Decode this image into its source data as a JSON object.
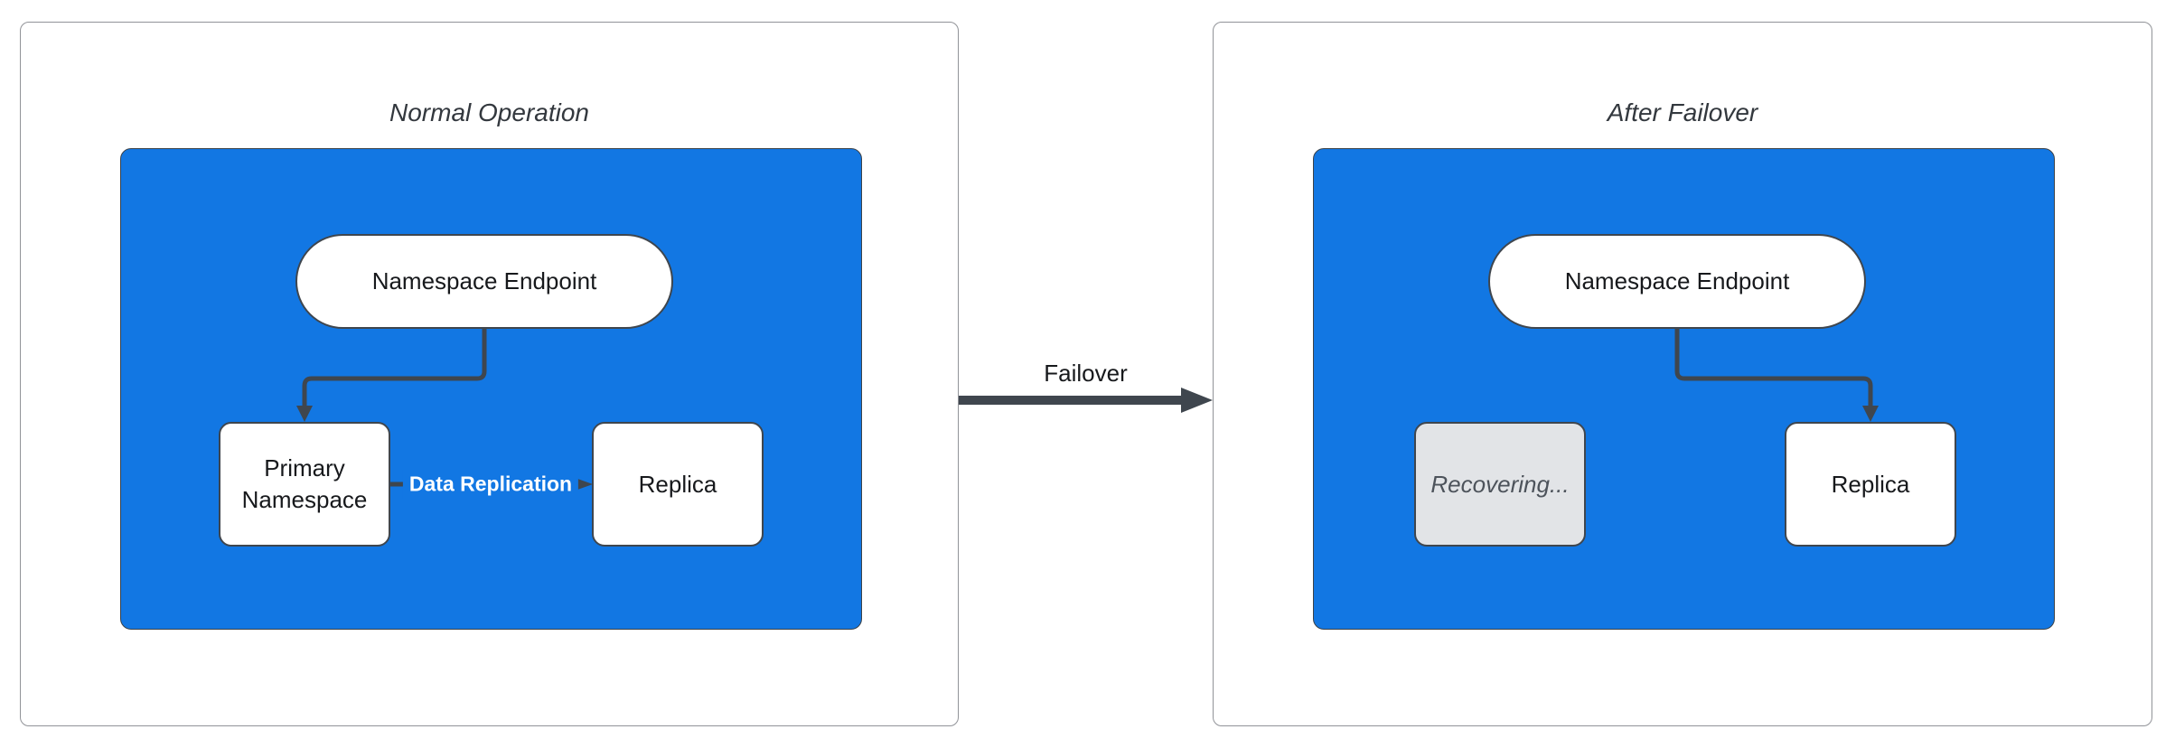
{
  "diagram": {
    "panels": [
      {
        "title": "Normal Operation",
        "endpoint": "Namespace Endpoint",
        "nodes": [
          {
            "label": "Primary Namespace",
            "state": "active"
          },
          {
            "label": "Replica",
            "state": "active"
          }
        ],
        "edge_label": "Data Replication"
      },
      {
        "title": "After Failover",
        "endpoint": "Namespace Endpoint",
        "nodes": [
          {
            "label": "Recovering...",
            "state": "recovering"
          },
          {
            "label": "Replica",
            "state": "active"
          }
        ]
      }
    ],
    "transition_label": "Failover",
    "colors": {
      "container_blue": "#1277e3",
      "stroke_dark": "#3f464e",
      "node_fill": "#ffffff",
      "recovering_fill": "#e2e4e7",
      "recovering_text": "#4d535b",
      "title_text": "#33383e",
      "node_text": "#17191c",
      "edge_label_text": "#ffffff",
      "card_border": "#919398",
      "canvas_bg": "#ffffff"
    }
  }
}
